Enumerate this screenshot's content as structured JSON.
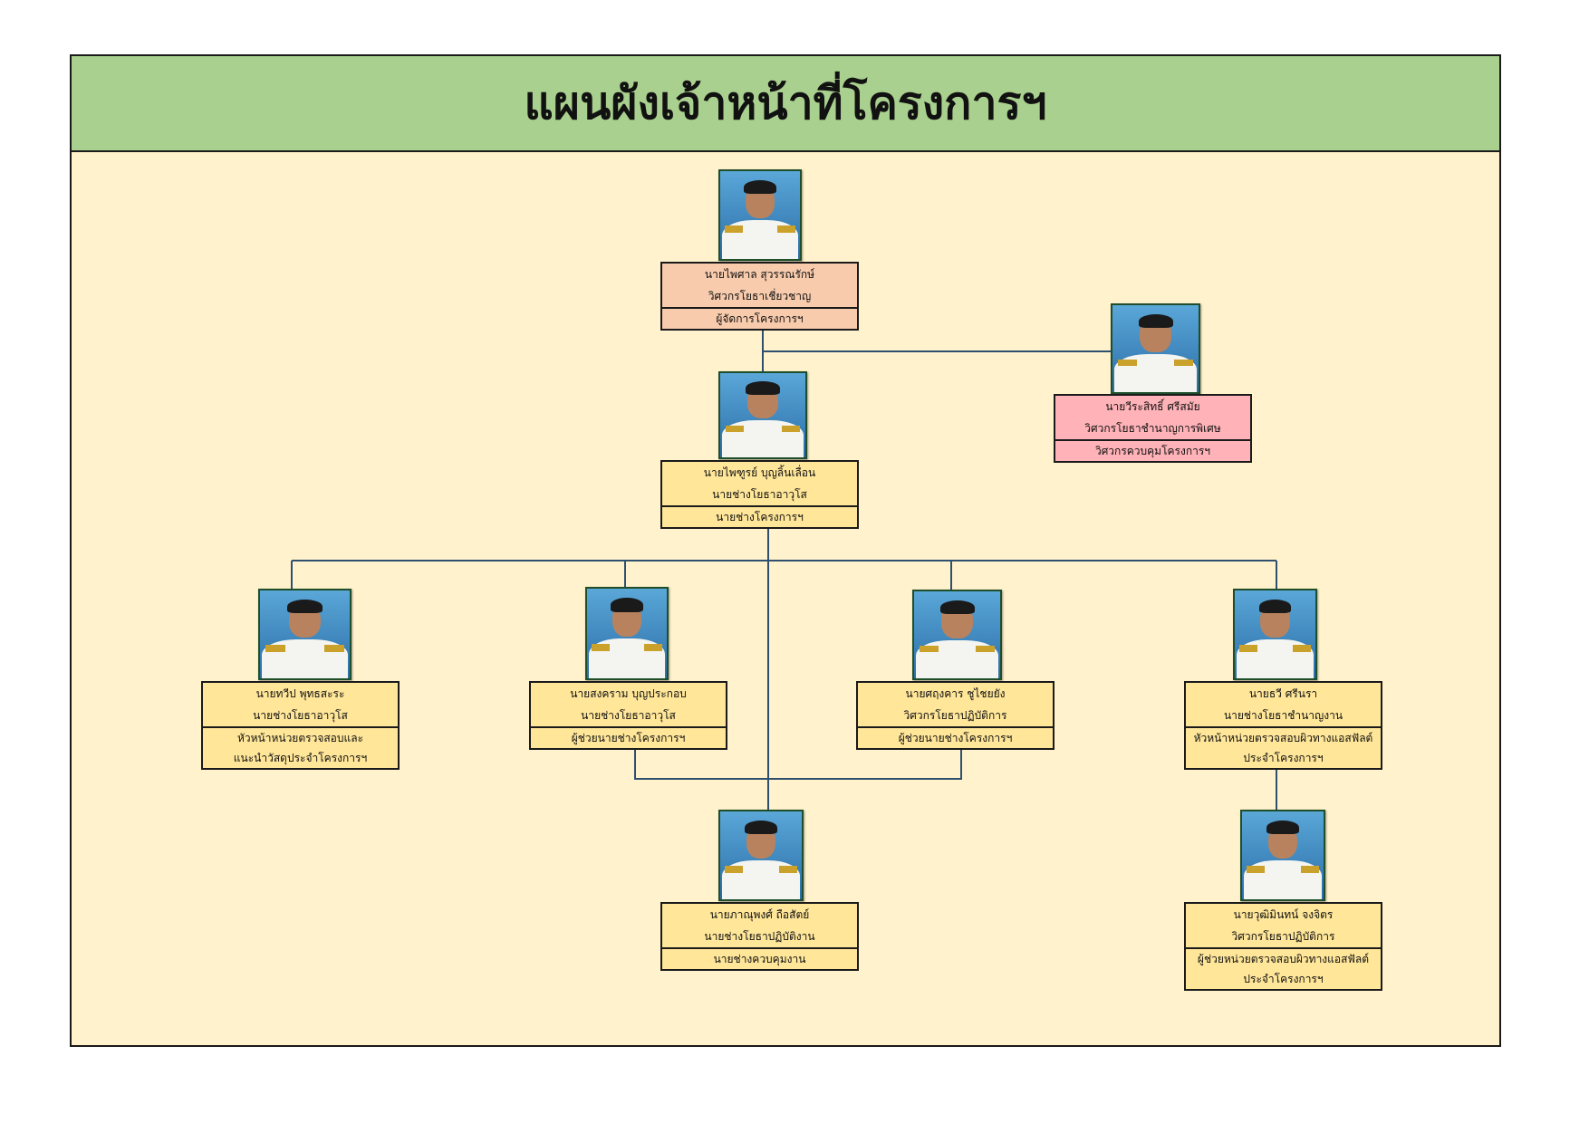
{
  "title": "แผนผังเจ้าหน้าที่โครงการฯ",
  "colors": {
    "header": "#a9d08e",
    "background": "#fff2cc",
    "card_default": "#ffe699",
    "card_manager": "#f8cbad",
    "card_supervisor": "#ffb3b8",
    "connector": "#2f4f6f"
  },
  "staff": [
    {
      "id": "manager",
      "name": "นายไพศาล สุวรรณรักษ์",
      "position": "วิศวกรโยธาเชี่ยวชาญ",
      "role": [
        "ผู้จัดการโครงการฯ"
      ]
    },
    {
      "id": "supervisor",
      "name": "นายวีระสิทธิ์ ศรีสมัย",
      "position": "วิศวกรโยธาชำนาญการพิเศษ",
      "role": [
        "วิศวกรควบคุมโครงการฯ"
      ]
    },
    {
      "id": "chief-tech",
      "name": "นายไพฑูรย์ บุญลิ้นเลื่อน",
      "position": "นายช่างโยธาอาวุโส",
      "role": [
        "นายช่างโครงการฯ"
      ]
    },
    {
      "id": "lab-head",
      "name": "นายทวีป พุทธสะระ",
      "position": "นายช่างโยธาอาวุโส",
      "role": [
        "หัวหน้าหน่วยตรวจสอบและ",
        "แนะนำวัสดุประจำโครงการฯ"
      ]
    },
    {
      "id": "asst-1",
      "name": "นายสงคราม บุญประกอบ",
      "position": "นายช่างโยธาอาวุโส",
      "role": [
        "ผู้ช่วยนายช่างโครงการฯ"
      ]
    },
    {
      "id": "asst-2",
      "name": "นายศฤงคาร ชูไชยยัง",
      "position": "วิศวกรโยธาปฏิบัติการ",
      "role": [
        "ผู้ช่วยนายช่างโครงการฯ"
      ]
    },
    {
      "id": "asphalt-head",
      "name": "นายธวี ศรีนรา",
      "position": "นายช่างโยธาชำนาญงาน",
      "role": [
        "หัวหน้าหน่วยตรวจสอบผิวทางแอสฟัลต์",
        "ประจำโครงการฯ"
      ]
    },
    {
      "id": "controller",
      "name": "นายภาณุพงศ์ ถือสัตย์",
      "position": "นายช่างโยธาปฏิบัติงาน",
      "role": [
        "นายช่างควบคุมงาน"
      ]
    },
    {
      "id": "asphalt-asst",
      "name": "นายวุฒิมินทน์ จงจิตร",
      "position": "วิศวกรโยธาปฏิบัติการ",
      "role": [
        "ผู้ช่วยหน่วยตรวจสอบผิวทางแอสฟัลต์",
        "ประจำโครงการฯ"
      ]
    }
  ]
}
